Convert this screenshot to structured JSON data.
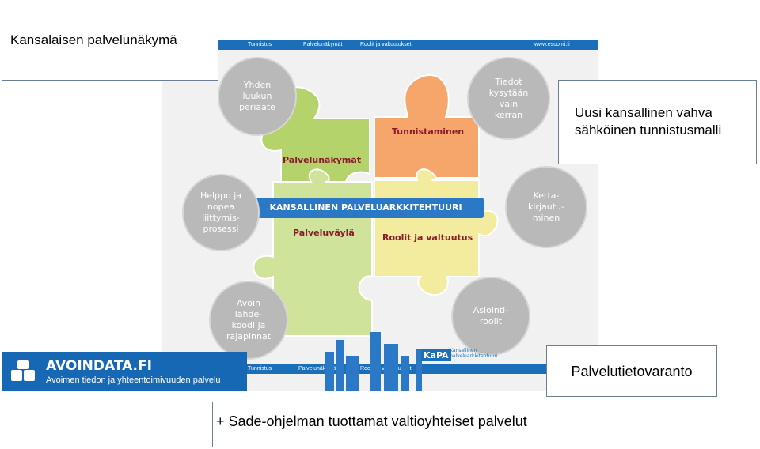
{
  "callouts": {
    "top_left": "Kansalaisen palvelunäkymä",
    "top_right": "Uusi kansallinen vahva sähköinen tunnistusmalli",
    "bottom_right": "Palvelutietovaranto",
    "bottom_center": "+ Sade-ohjelman tuottamat valtioyhteiset palvelut"
  },
  "slide": {
    "top_bar": [
      "Tunnistus",
      "Palvelunäkymät",
      "Roolit ja valtuutukset",
      "www.esuomi.fi"
    ],
    "bottom_bar": [
      "Tunnistus",
      "Palvelunäkymät",
      "Roolit ja valtuutukset"
    ],
    "banner": "KANSALLINEN PALVELUARKKITEHTUURI",
    "pieces": {
      "palvelunakymat": "Palvelunäkymät",
      "tunnistaminen": "Tunnistaminen",
      "palveluvayla": "Palveluväylä",
      "roolit": "Roolit ja valtuutus"
    },
    "circles": {
      "yhden": "Yhden\nluukun\nperiaate",
      "tiedot": "Tiedot\nkysytään\nvain\nkerran",
      "helppo": "Helppo ja\nnopea\nliittymis-\nprosessi",
      "kerta": "Kerta-\nkirjautu-\nminen",
      "avoin": "Avoin\nlähde-\nkoodi ja\nrajapinnat",
      "asiointi": "Asiointi-\nroolit"
    },
    "kapa": {
      "logo": "KaPA",
      "text": "Kansallinen\npalveluarkkitehtuuri"
    }
  },
  "avoindata": {
    "title": "AVOINDATA.FI",
    "subtitle": "Avoimen tiedon ja yhteentoimivuuden palvelu"
  },
  "colors": {
    "puzzle_green": "#b4d36b",
    "puzzle_orange": "#f6a66b",
    "puzzle_yellow": "#f3eb9d",
    "puzzle_lightgreen": "#cfe39a",
    "accent_blue": "#1a6fb8"
  }
}
